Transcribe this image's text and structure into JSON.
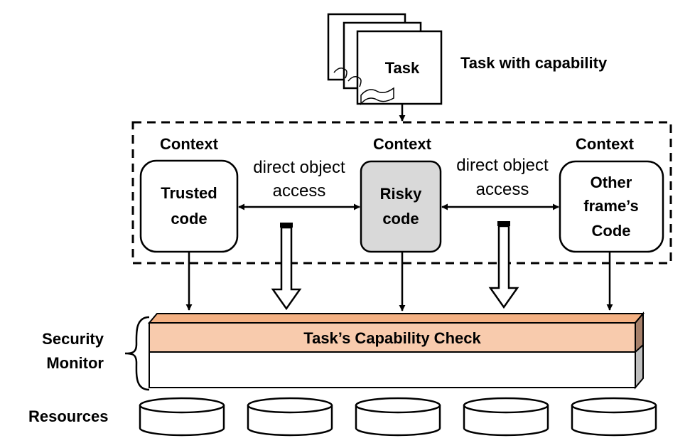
{
  "task": {
    "label": "Task",
    "caption": "Task with capability"
  },
  "contexts": [
    {
      "header": "Context",
      "lines": [
        "Trusted",
        "code"
      ],
      "fill": "#ffffff"
    },
    {
      "header": "Context",
      "lines": [
        "Risky",
        "code"
      ],
      "fill": "#d9d9d9"
    },
    {
      "header": "Context",
      "lines": [
        "Other",
        "frame’s",
        "Code"
      ],
      "fill": "#ffffff"
    }
  ],
  "links": [
    {
      "lines": [
        "direct object",
        "access"
      ]
    },
    {
      "lines": [
        "direct object",
        "access"
      ]
    }
  ],
  "monitor": {
    "side_label": [
      "Security",
      "Monitor"
    ],
    "check_label": "Task’s Capability Check",
    "check_color": "#f8cbad"
  },
  "resources": {
    "label": "Resources",
    "count": 5
  }
}
